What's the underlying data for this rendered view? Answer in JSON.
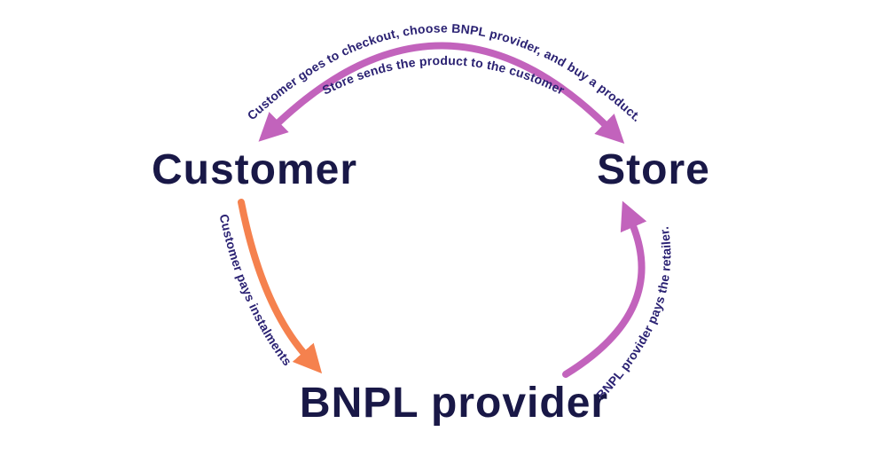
{
  "diagram": {
    "type": "cycle-flow",
    "subject": "BNPL payment flow",
    "background": "#ffffff",
    "colors": {
      "node_text": "#191847",
      "edge_text": "#2b2273",
      "magenta": "#c263bc",
      "orange": "#f5814e"
    },
    "nodes": [
      {
        "id": "customer",
        "label": "Customer"
      },
      {
        "id": "store",
        "label": "Store"
      },
      {
        "id": "bnpl-provider",
        "label": "BNPL provider"
      }
    ],
    "edges": [
      {
        "from": "customer",
        "to": "store",
        "style": "double-headed-arc",
        "color": "#c263bc",
        "labels": [
          "Customer goes to checkout, choose BNPL provider, and buy a product.",
          "Store sends the product to the customer"
        ]
      },
      {
        "from": "customer",
        "to": "bnpl-provider",
        "style": "single-arrow",
        "color": "#f5814e",
        "labels": [
          "Customer pays  instalments"
        ]
      },
      {
        "from": "bnpl-provider",
        "to": "store",
        "style": "single-arrow",
        "color": "#c263bc",
        "labels": [
          "BNPL provider pays the retailer."
        ]
      }
    ]
  }
}
